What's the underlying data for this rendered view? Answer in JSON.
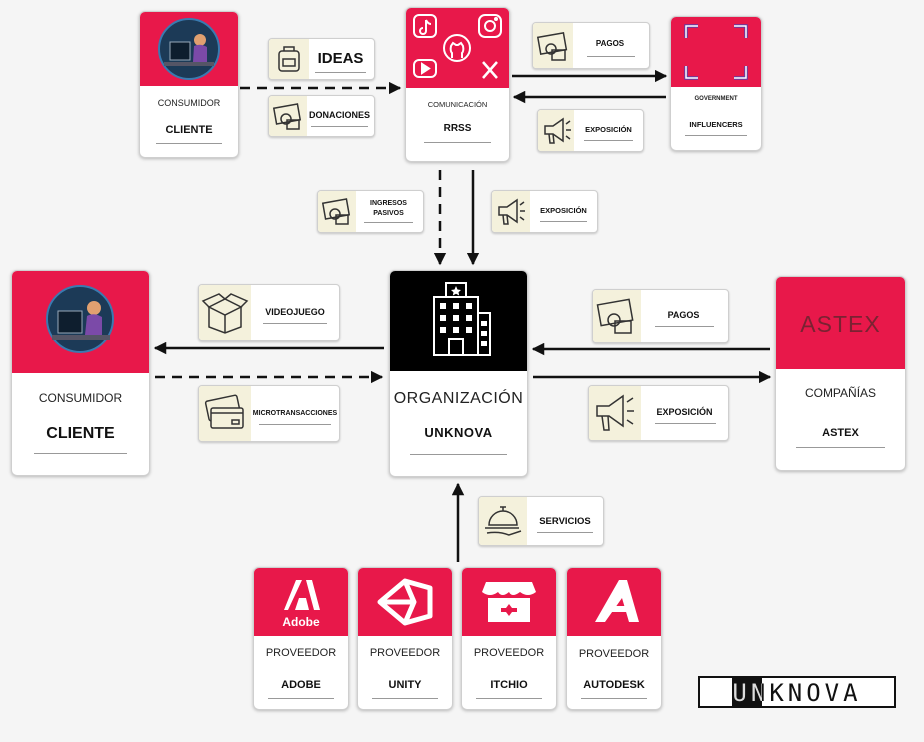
{
  "clients": {
    "top": {
      "role": "CONSUMIDOR",
      "name": "CLIENTE"
    },
    "left": {
      "role": "CONSUMIDOR",
      "name": "CLIENTE"
    }
  },
  "rrss": {
    "role": "COMUNICACIÓN",
    "name": "RRSS"
  },
  "influencers": {
    "role": "GOVERNMENT",
    "name": "INFLUENCERS"
  },
  "organization": {
    "role": "ORGANIZACIÓN",
    "name": "UNKNOVA"
  },
  "astex": {
    "logo": "ASTEX",
    "role": "COMPAÑÍAS",
    "name": "ASTEX"
  },
  "labels": {
    "ideas": "IDEAS",
    "donaciones": "DONACIONES",
    "pagos_top": "PAGOS",
    "exposicion_top": "EXPOSICIÓN",
    "ingresos_line1": "INGRESOS",
    "ingresos_line2": "PASIVOS",
    "exposicion_mid": "EXPOSICIÓN",
    "videojuego": "VIDEOJUEGO",
    "microtransacciones": "MICROTRANSACCIONES",
    "pagos_right": "PAGOS",
    "exposicion_right": "EXPOSICIÓN",
    "servicios": "SERVICIOS"
  },
  "providers": [
    {
      "role": "PROVEEDOR",
      "name": "ADOBE",
      "logo_text": "Adobe"
    },
    {
      "role": "PROVEEDOR",
      "name": "UNITY"
    },
    {
      "role": "PROVEEDOR",
      "name": "ITCHIO"
    },
    {
      "role": "PROVEEDOR",
      "name": "AUTODESK"
    }
  ],
  "brand": "UNKNOVA",
  "colors": {
    "accent": "#e8184a",
    "dark": "#000000",
    "icon_bg": "#f4f1dc"
  },
  "icons": [
    "person-at-computer-icon",
    "backpack-icon",
    "money-icon",
    "tiktok-icon",
    "github-icon",
    "instagram-icon",
    "youtube-icon",
    "x-icon",
    "frame-icon",
    "megaphone-icon",
    "building-icon",
    "box-icon",
    "credit-card-icon",
    "service-bell-icon",
    "adobe-icon",
    "unity-icon",
    "itchio-icon",
    "autodesk-icon"
  ]
}
